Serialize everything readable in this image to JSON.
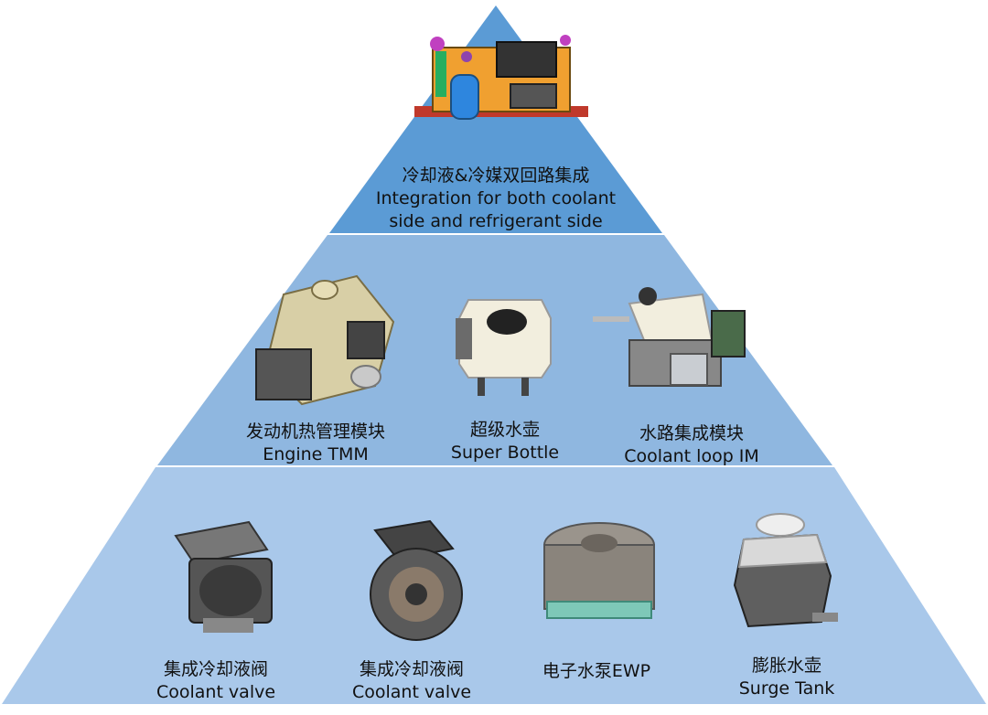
{
  "pyramid": {
    "colors": {
      "top": "#5b9bd5",
      "middle": "#8fb7e0",
      "bottom": "#a9c8ea",
      "divider": "#ffffff"
    },
    "top": {
      "label_zh": "冷却液&冷媒双回路集成",
      "label_en_1": "Integration for both coolant",
      "label_en_2": "side and refrigerant side",
      "item_icon": "integrated-thermal-module-icon"
    },
    "middle": [
      {
        "label_zh": "发动机热管理模块",
        "label_en": "Engine TMM",
        "icon": "engine-tmm-icon"
      },
      {
        "label_zh": "超级水壶",
        "label_en": "Super Bottle",
        "icon": "super-bottle-icon"
      },
      {
        "label_zh": "水路集成模块",
        "label_en": "Coolant loop IM",
        "icon": "coolant-loop-module-icon"
      }
    ],
    "bottom": [
      {
        "label_zh": "集成冷却液阀",
        "label_en": "Coolant valve",
        "icon": "coolant-valve-icon"
      },
      {
        "label_zh": "集成冷却液阀",
        "label_en": "Coolant valve",
        "icon": "coolant-valve-open-icon"
      },
      {
        "label_zh": "电子水泵EWP",
        "label_en": "",
        "icon": "electric-water-pump-icon"
      },
      {
        "label_zh": "膨胀水壶",
        "label_en": "Surge Tank",
        "icon": "surge-tank-icon"
      }
    ]
  }
}
